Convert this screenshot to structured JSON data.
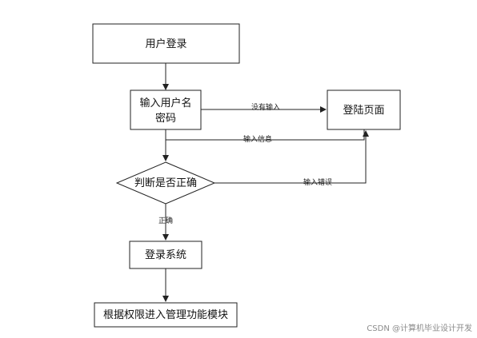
{
  "nodes": {
    "login": "用户登录",
    "input": [
      "输入用户名",
      "密码"
    ],
    "login_page": "登陆页面",
    "judge": "判断是否正确",
    "system": "登录系统",
    "modules": "根据权限进入管理功能模块"
  },
  "edges": {
    "no_input": "没有输入",
    "input_info": "输入信息",
    "input_error": "输入错误",
    "correct": "正确"
  },
  "watermark": "CSDN @计算机毕业设计开发",
  "colors": {
    "stroke": "#222222",
    "background": "#ffffff",
    "watermark": "#8a8a8a"
  }
}
